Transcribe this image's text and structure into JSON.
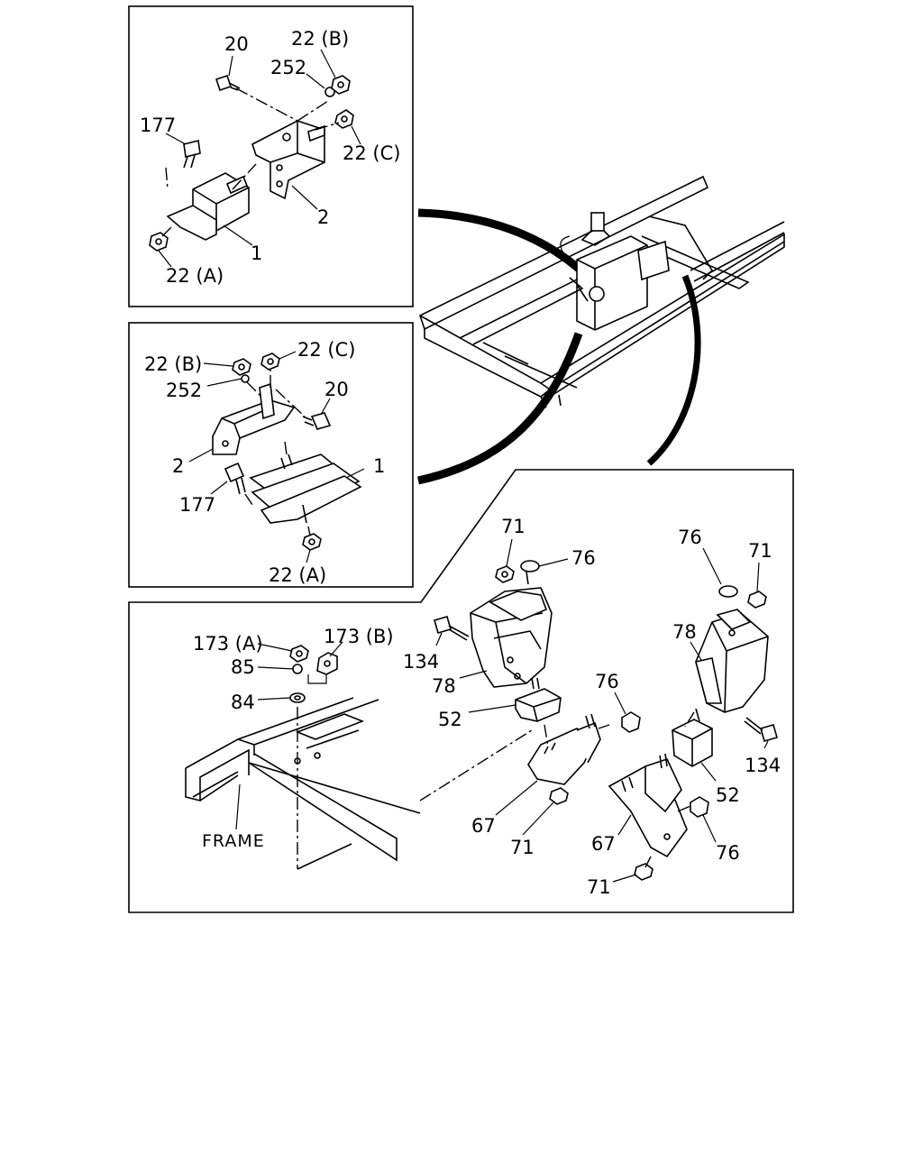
{
  "panels": {
    "top_left": {
      "labels": {
        "p20": "20",
        "p22b": "22 (B)",
        "p252": "252",
        "p177": "177",
        "p22c": "22 (C)",
        "p2": "2",
        "p1": "1",
        "p22a": "22 (A)"
      }
    },
    "middle_left": {
      "labels": {
        "p22b": "22 (B)",
        "p22c": "22 (C)",
        "p252": "252",
        "p20": "20",
        "p2": "2",
        "p1": "1",
        "p177": "177",
        "p22a": "22 (A)"
      }
    },
    "bottom": {
      "labels": {
        "p173a": "173 (A)",
        "p173b": "173 (B)",
        "p85": "85",
        "p84": "84",
        "frame": "FRAME",
        "p134_left": "134",
        "p78_left": "78",
        "p52_left": "52",
        "p71_top_left": "71",
        "p76_top_left": "76",
        "p76_mid_left": "76",
        "p67_left": "67",
        "p71_bottom_left": "71",
        "p76_top_right": "76",
        "p71_top_right": "71",
        "p78_right": "78",
        "p134_right": "134",
        "p52_right": "52",
        "p67_right": "67",
        "p76_bottom_right": "76",
        "p71_bottom_right": "71"
      }
    }
  }
}
